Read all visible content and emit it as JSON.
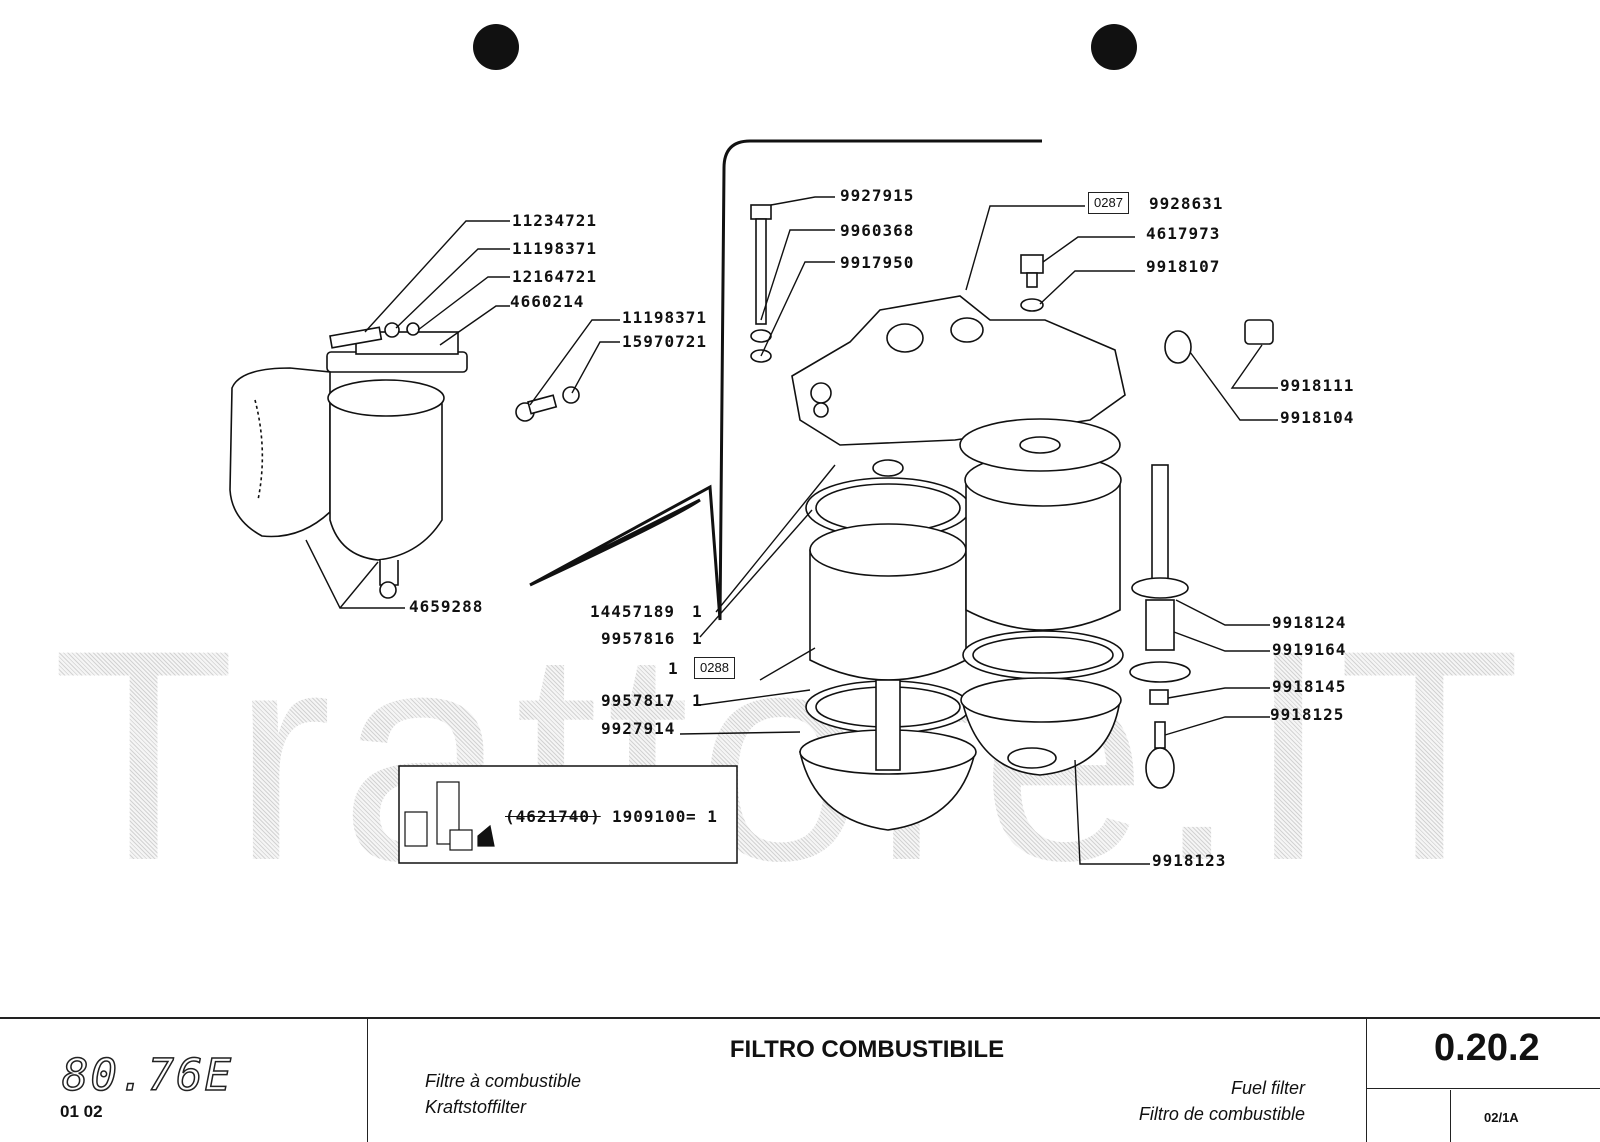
{
  "watermark": "Trattore.IT",
  "left_assembly": {
    "parts": [
      "11234721",
      "11198371",
      "12164721",
      "4660214",
      "11198371",
      "15970721",
      "4659288"
    ]
  },
  "main_assembly": {
    "left_parts": [
      {
        "code": "9927915"
      },
      {
        "code": "9960368"
      },
      {
        "code": "9917950"
      },
      {
        "code": "14457189",
        "qty": "1"
      },
      {
        "code": "9957816",
        "qty": "1"
      },
      {
        "code": "9957817",
        "qty": "1"
      },
      {
        "code": "9927914"
      }
    ],
    "ref_0288": {
      "qty": "1",
      "ref": "0288"
    },
    "ref_0287": {
      "ref": "0287",
      "code": "9928631"
    },
    "right_parts": [
      "4617973",
      "9918107",
      "9918111",
      "9918104",
      "9918124",
      "9919164",
      "9918145",
      "9918125",
      "9918123"
    ]
  },
  "kit_box": {
    "old_code": "(4621740)",
    "new_code": "1909100",
    "equals": "= 1"
  },
  "title_block": {
    "model": "80.76E",
    "series": "01  02",
    "title": "FILTRO COMBUSTIBILE",
    "fr": "Filtre à combustible",
    "de": "Kraftstoffilter",
    "en": "Fuel filter",
    "es": "Filtro de combustible",
    "page": "0.20.2",
    "sheet": "02/1A"
  }
}
